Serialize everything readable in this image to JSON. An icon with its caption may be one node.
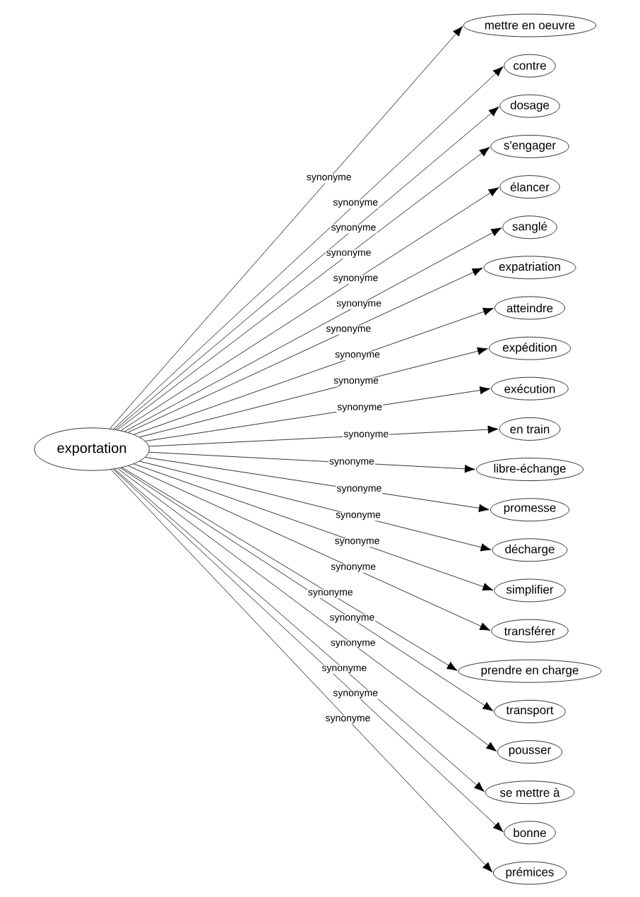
{
  "diagram": {
    "nodes": [
      {
        "text": [
          "exportation"
        ]
      },
      {
        "text": [
          "mettre en oeuvre"
        ]
      },
      {
        "text": [
          "contre"
        ]
      },
      {
        "text": [
          "dosage"
        ]
      },
      {
        "text": [
          "s'engager"
        ]
      },
      {
        "text": [
          "élancer"
        ]
      },
      {
        "text": [
          "sanglé"
        ]
      },
      {
        "text": [
          "expatriation"
        ]
      },
      {
        "text": [
          "atteindre"
        ]
      },
      {
        "text": [
          "expédition"
        ]
      },
      {
        "text": [
          "exécution"
        ]
      },
      {
        "text": [
          "en train"
        ]
      },
      {
        "text": [
          "libre-échange"
        ]
      },
      {
        "text": [
          "promesse"
        ]
      },
      {
        "text": [
          "décharge"
        ]
      },
      {
        "text": [
          "simplifier"
        ]
      },
      {
        "text": [
          "transférer"
        ]
      },
      {
        "text": [
          "prendre en charge"
        ]
      },
      {
        "text": [
          "transport"
        ]
      },
      {
        "text": [
          "pousser"
        ]
      },
      {
        "text": [
          "se mettre à"
        ]
      },
      {
        "text": [
          "bonne"
        ]
      },
      {
        "text": [
          "prémices"
        ]
      }
    ],
    "edges": [
      {
        "from": 0,
        "to": 1,
        "arrow": "to",
        "label": "synonyme"
      },
      {
        "from": 0,
        "to": 2,
        "arrow": "to",
        "label": "synonyme"
      },
      {
        "from": 0,
        "to": 3,
        "arrow": "to",
        "label": "synonyme"
      },
      {
        "from": 0,
        "to": 4,
        "arrow": "to",
        "label": "synonyme"
      },
      {
        "from": 0,
        "to": 5,
        "arrow": "to",
        "label": "synonyme"
      },
      {
        "from": 0,
        "to": 6,
        "arrow": "to",
        "label": "synonyme"
      },
      {
        "from": 0,
        "to": 7,
        "arrow": "to",
        "label": "synonyme"
      },
      {
        "from": 0,
        "to": 8,
        "arrow": "to",
        "label": "synonyme"
      },
      {
        "from": 0,
        "to": 9,
        "arrow": "to",
        "label": "synonyme"
      },
      {
        "from": 0,
        "to": 10,
        "arrow": "to",
        "label": "synonyme"
      },
      {
        "from": 0,
        "to": 11,
        "arrow": "to",
        "label": "synonyme"
      },
      {
        "from": 0,
        "to": 12,
        "arrow": "to",
        "label": "synonyme"
      },
      {
        "from": 0,
        "to": 13,
        "arrow": "to",
        "label": "synonyme"
      },
      {
        "from": 0,
        "to": 14,
        "arrow": "to",
        "label": "synonyme"
      },
      {
        "from": 0,
        "to": 15,
        "arrow": "to",
        "label": "synonyme"
      },
      {
        "from": 0,
        "to": 16,
        "arrow": "to",
        "label": "synonyme"
      },
      {
        "from": 0,
        "to": 17,
        "arrow": "to",
        "label": "synonyme"
      },
      {
        "from": 0,
        "to": 18,
        "arrow": "to",
        "label": "synonyme"
      },
      {
        "from": 0,
        "to": 19,
        "arrow": "to",
        "label": "synonyme"
      },
      {
        "from": 0,
        "to": 20,
        "arrow": "to",
        "label": "synonyme"
      },
      {
        "from": 0,
        "to": 21,
        "arrow": "to",
        "label": "synonyme"
      },
      {
        "from": 0,
        "to": 22,
        "arrow": "to",
        "label": "synonyme"
      }
    ]
  }
}
